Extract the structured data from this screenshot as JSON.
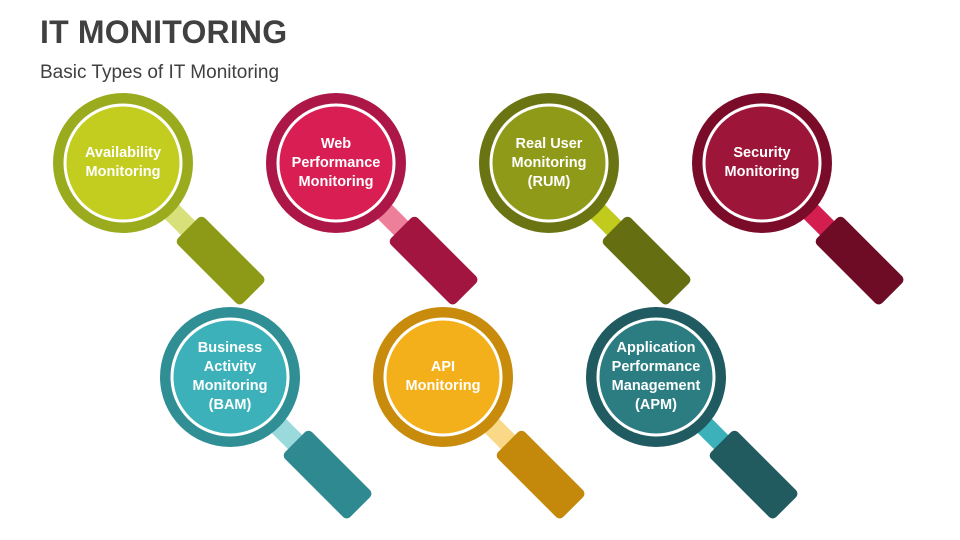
{
  "header": {
    "title": "IT MONITORING",
    "subtitle": "Basic Types of IT Monitoring"
  },
  "items": [
    {
      "lines": [
        "Availability",
        "Monitoring"
      ],
      "ring": "#9bab1e",
      "lens": "#c2cd1f",
      "neck": "#d8e07a",
      "handle": "#8d9a18"
    },
    {
      "lines": [
        "Web",
        "Performance",
        "Monitoring"
      ],
      "ring": "#ad1747",
      "lens": "#d81e52",
      "neck": "#ee7f9b",
      "handle": "#a11540"
    },
    {
      "lines": [
        "Real User",
        "Monitoring",
        "(RUM)"
      ],
      "ring": "#6b7412",
      "lens": "#909a19",
      "neck": "#c0cb1d",
      "handle": "#666e12"
    },
    {
      "lines": [
        "Security",
        "Monitoring"
      ],
      "ring": "#7a0c2a",
      "lens": "#9d1539",
      "neck": "#d51e50",
      "handle": "#6e0b25"
    },
    {
      "lines": [
        "Business",
        "Activity",
        "Monitoring",
        "(BAM)"
      ],
      "ring": "#2f8f95",
      "lens": "#3cb1b9",
      "neck": "#9ad9dc",
      "handle": "#2f8990"
    },
    {
      "lines": [
        "API",
        "Monitoring"
      ],
      "ring": "#c88b0c",
      "lens": "#f4b01a",
      "neck": "#f9d988",
      "handle": "#c4890a"
    },
    {
      "lines": [
        "Application",
        "Performance",
        "Management",
        "(APM)"
      ],
      "ring": "#1f5b60",
      "lens": "#2b7d82",
      "neck": "#3cb1b9",
      "handle": "#215a5f"
    }
  ]
}
